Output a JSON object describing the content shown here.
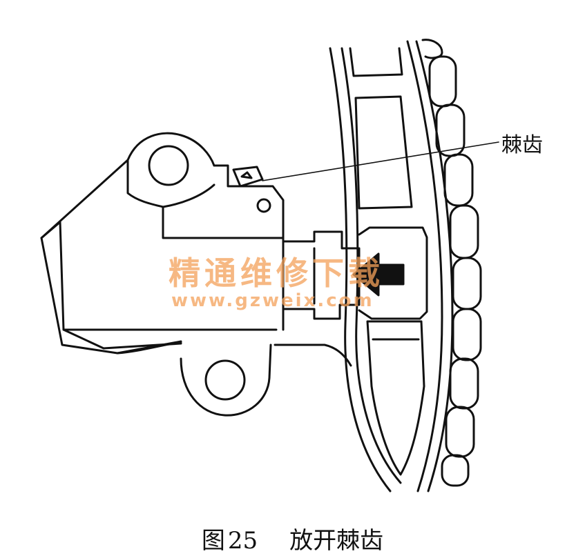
{
  "diagram": {
    "callout_label": "棘齿",
    "watermark_cn": "精通维修下载",
    "watermark_url": "www.gzweix.com"
  },
  "caption": {
    "figure_prefix": "图",
    "figure_number": "25",
    "title": "放开棘齿"
  }
}
